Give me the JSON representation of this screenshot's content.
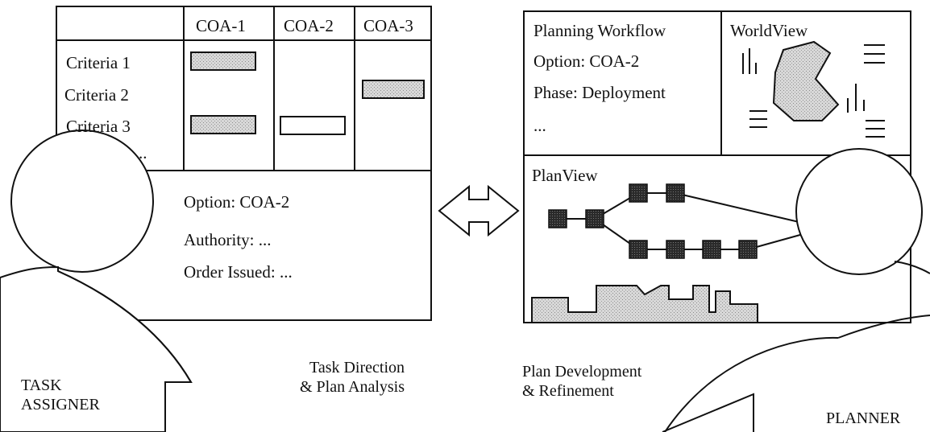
{
  "left_matrix": {
    "columns": [
      "COA-1",
      "COA-2",
      "COA-3"
    ],
    "rows": [
      "Criteria 1",
      "Criteria 2",
      "Criteria 3"
    ],
    "more": "..",
    "cells": [
      {
        "row": 1,
        "col": 1,
        "style": "shaded"
      },
      {
        "row": 2,
        "col": 3,
        "style": "shaded"
      },
      {
        "row": 3,
        "col": 1,
        "style": "shaded"
      },
      {
        "row": 3,
        "col": 2,
        "style": "empty"
      }
    ]
  },
  "order_panel": {
    "option": "Option: COA-2",
    "authority": "Authority: ...",
    "order_issued": "Order Issued: ..."
  },
  "workflow_panel": {
    "title": "Planning Workflow",
    "option": "Option: COA-2",
    "phase": "Phase: Deployment",
    "more": "..."
  },
  "worldview_panel": {
    "title": "WorldView"
  },
  "planview_panel": {
    "title": "PlanView"
  },
  "captions": {
    "left_line1": "Task Direction",
    "left_line2": "& Plan Analysis",
    "right_line1": "Plan Development",
    "right_line2": "& Refinement"
  },
  "figures": {
    "left_line1": "TASK",
    "left_line2": "ASSIGNER",
    "right": "PLANNER"
  },
  "colors": {
    "line": "#111111",
    "shade": "#cfcfcf",
    "node": "#2a2a2a"
  }
}
